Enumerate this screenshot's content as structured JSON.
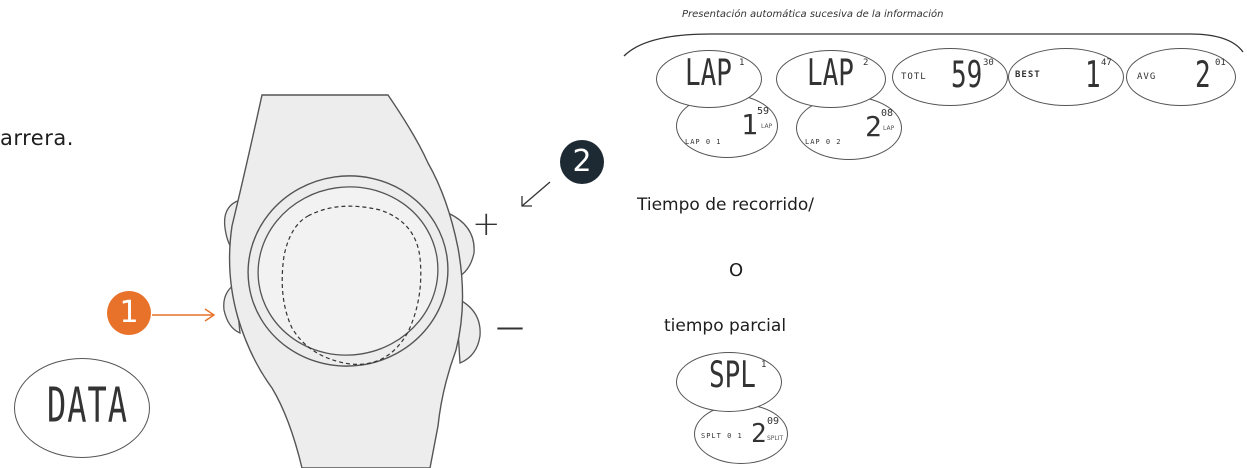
{
  "left_text": "arrera.",
  "badge_1": "1",
  "badge_2": "2",
  "plus_sign": "+",
  "minus_sign": "—",
  "data_display": "DATA",
  "caption_top": "Presentación automática sucesiva de la información",
  "label_tiempo_recorrido": "Tiempo de recorrido/",
  "label_o": "O",
  "label_tiempo_parcial": "tiempo parcial",
  "lap1": {
    "main": "LAP",
    "sup": "1",
    "sub_label": "LAP 0 1",
    "sub_value": "1",
    "sub_sup": "59",
    "sub_unit": "LAP"
  },
  "lap2": {
    "main": "LAP",
    "sup": "2",
    "sub_label": "LAP 0 2",
    "sub_value": "2",
    "sub_sup": "08",
    "sub_unit": "LAP"
  },
  "total": {
    "label": "TOTL",
    "value": "59",
    "sup": "30"
  },
  "best": {
    "label": "BEST",
    "value": "1",
    "sup": "47"
  },
  "avg": {
    "label": "AVG",
    "value": "2",
    "sup": "01"
  },
  "split": {
    "main": "SPL",
    "sup": "1",
    "sub_label": "SPLT 0 1",
    "sub_value": "2",
    "sub_sup": "09",
    "sub_unit": "SPLIT"
  },
  "colors": {
    "accent": "#e8722a",
    "dark_badge": "#1e2a33",
    "watch_fill": "#ededed",
    "stroke": "#555555"
  }
}
